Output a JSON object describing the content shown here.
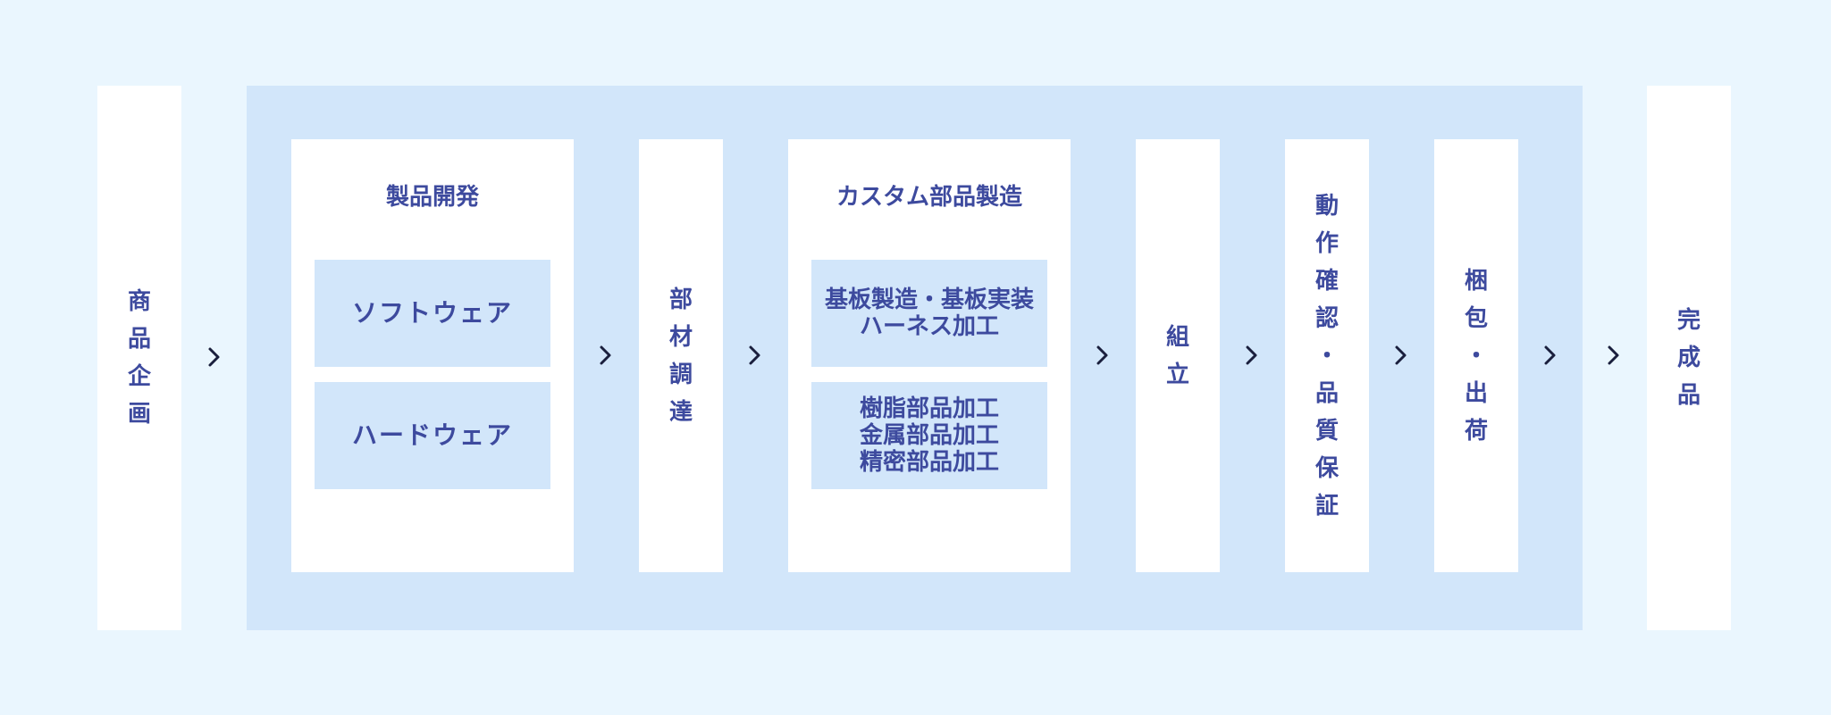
{
  "colors": {
    "background": "#eaf6fe",
    "band": "#d2e6fa",
    "box": "#ffffff",
    "text": "#3d4a9e",
    "arrow": "#1a1f3d"
  },
  "steps": {
    "planning": {
      "label": "商品企画",
      "chars": [
        "商",
        "品",
        "企",
        "画"
      ]
    },
    "development": {
      "title": "製品開発",
      "items": [
        {
          "label": "ソフトウェア"
        },
        {
          "label": "ハードウェア"
        }
      ]
    },
    "procurement": {
      "label": "部材調達",
      "chars": [
        "部",
        "材",
        "調",
        "達"
      ]
    },
    "custom_parts": {
      "title": "カスタム部品製造",
      "items": [
        {
          "lines": [
            "基板製造・基板実装",
            "ハーネス加工"
          ]
        },
        {
          "lines": [
            "樹脂部品加工",
            "金属部品加工",
            "精密部品加工"
          ]
        }
      ]
    },
    "assembly": {
      "label": "組立",
      "chars": [
        "組",
        "立"
      ]
    },
    "qa": {
      "label": "動作確認・品質保証",
      "chars": [
        "動",
        "作",
        "確",
        "認",
        "・",
        "品",
        "質",
        "保",
        "証"
      ]
    },
    "shipping": {
      "label": "梱包・出荷",
      "chars": [
        "梱",
        "包",
        "・",
        "出",
        "荷"
      ]
    },
    "finished": {
      "label": "完成品",
      "chars": [
        "完",
        "成",
        "品"
      ]
    }
  },
  "arrows": {
    "icon": "chevron-right-icon",
    "count": 8
  }
}
